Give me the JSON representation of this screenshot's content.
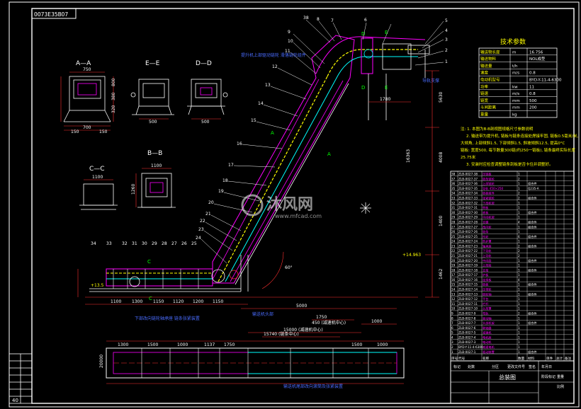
{
  "drawing_id": "ОО7ЗЕЗ5ВО7",
  "sheet_number": "40",
  "sections": {
    "aa": "A—A",
    "ee": "E—E",
    "dd": "D—D",
    "cc": "C—C",
    "bb": "B—B"
  },
  "section_dims": {
    "aa_top": "750",
    "aa_right": [
      "800",
      "380",
      "320"
    ],
    "aa_bottom": [
      "700",
      "150",
      "150"
    ],
    "ee_bottom": "500",
    "dd_bottom": "500",
    "cc_top": "1100",
    "bb_top": "1100",
    "bb_left": "1260"
  },
  "tech_params": {
    "title": "技术参数",
    "rows": [
      {
        "name": "输送物长度",
        "unit": "m",
        "value": "16.756"
      },
      {
        "name": "输送物料",
        "unit": "",
        "value": "NOL成型"
      },
      {
        "name": "输送量",
        "unit": "t/h",
        "value": ""
      },
      {
        "name": "速度",
        "unit": "m/s",
        "value": "0.8"
      },
      {
        "name": "电动机型号",
        "unit": "",
        "value": "BYD-Y-11-4-6300"
      },
      {
        "name": "功率",
        "unit": "kw",
        "value": "11"
      },
      {
        "name": "链速",
        "unit": "m/s",
        "value": "0.8"
      },
      {
        "name": "链宽",
        "unit": "mm",
        "value": "500"
      },
      {
        "name": "斗间距离",
        "unit": "mm",
        "value": "200"
      },
      {
        "name": "重量",
        "unit": "kg",
        "value": ""
      }
    ]
  },
  "notes": [
    "注: 1. 本图为B-B剖视图规格尺寸参数说明",
    "2. 输送带为提升机, 链板与链条连接处焊接牢固, 链板0.5毫米/米,",
    "大倾角, 上部倾斜1.5, 下部倾斜1.5, 斜坡倾斜12.5, 提高0°C",
    "链板: 宽度500, 每节数量300链(约250一链板), 链条最终实际长度",
    "25.75米",
    "3. 安装时应检查调整链条刮板是否卡住并调整好。"
  ],
  "part_numbers": [
    "38",
    "8",
    "7",
    "6",
    "5",
    "4",
    "3",
    "2",
    "1",
    "9",
    "10",
    "11",
    "12",
    "13",
    "14",
    "15",
    "16",
    "17",
    "18",
    "19",
    "20",
    "21",
    "22",
    "23",
    "24",
    "25",
    "26",
    "27",
    "28",
    "29",
    "30",
    "31",
    "32",
    "33",
    "34"
  ],
  "dims": {
    "height_total": "16363",
    "elev_top": "+14.963",
    "elev_low": "+13.5",
    "angle": "60°",
    "right_vertical": [
      "5630",
      "1462",
      "4008",
      "1400"
    ],
    "bottom_horizontal": [
      "1100",
      "1300",
      "1150",
      "1120",
      "1200",
      "1150",
      "5000"
    ],
    "top_run": "1780",
    "plan_dims": [
      "1300",
      "1500",
      "1000",
      "1137",
      "1750",
      "1500",
      "1000"
    ],
    "plan_center": "15000 (减速机中心)",
    "plan_left": "20000",
    "plan_span_top": [
      "1750",
      "450 (减速机中心)"
    ],
    "plan_sub": "15740 (链条中心)",
    "plan_right": "1000"
  },
  "annotations": {
    "top_callout": "提升机上部驱动链轮 滑落链轮组件",
    "right_callout": "导轨支撑",
    "left_callout": "下部改向链轮轴承座 链条张紧装置",
    "plan_top_callout": "输送机头部",
    "plan_bottom_callout": "输送机尾部改向滚筒及张紧装置"
  },
  "parts_table": {
    "header": [
      "序号",
      "代号",
      "名称",
      "数量",
      "材料",
      "单件",
      "总计",
      "备注"
    ],
    "rows": [
      [
        "38",
        "ZLB-0027-38",
        "压链板",
        "1",
        "",
        "",
        "",
        ""
      ],
      [
        "37",
        "ZLB-0027-37",
        "链条链轮",
        "2",
        "",
        "",
        "",
        ""
      ],
      [
        "36",
        "ZLB-0027-36",
        "上部链轮",
        "1",
        "组合件",
        "",
        "",
        ""
      ],
      [
        "35",
        "ZLB-0027-35",
        "导轨 450×250",
        "1",
        "Q235-A",
        "",
        "",
        ""
      ],
      [
        "34",
        "ZLB-0027-34",
        "链板组件",
        "2",
        "",
        "",
        "",
        ""
      ],
      [
        "33",
        "ZLB-0027-33",
        "张紧链轮",
        "2",
        "组合件",
        "",
        "",
        ""
      ],
      [
        "32",
        "ZLB-0027-32",
        "下部机架",
        "1",
        "",
        "",
        "",
        ""
      ],
      [
        "31",
        "ZLB-0027-31",
        "侧板",
        "1",
        "",
        "",
        "",
        ""
      ],
      [
        "30",
        "ZLB-0027-30",
        "底板",
        "1",
        "组合件",
        "",
        "",
        ""
      ],
      [
        "29",
        "ZLB-0027-29",
        "中间机架",
        "1",
        "",
        "",
        "",
        ""
      ],
      [
        "28",
        "ZLB-0027-28",
        "支腿",
        "4",
        "组合件",
        "",
        "",
        ""
      ],
      [
        "27",
        "ZLB-0027-27",
        "改向轮",
        "1",
        "组合件",
        "",
        "",
        ""
      ],
      [
        "26",
        "ZLB-0027-26",
        "链条",
        "1",
        "",
        "",
        "",
        ""
      ],
      [
        "25",
        "ZLB-0027-25",
        "托轮",
        "6",
        "组合件",
        "",
        "",
        ""
      ],
      [
        "24",
        "ZLB-0027-24",
        "防护罩",
        "1",
        "",
        "",
        "",
        ""
      ],
      [
        "23",
        "ZLB-0027-23",
        "轴承座",
        "2",
        "组合件",
        "",
        "",
        ""
      ],
      [
        "22",
        "ZLB-0027-22",
        "下导轨",
        "2",
        "",
        "",
        "",
        ""
      ],
      [
        "21",
        "ZLB-0027-21",
        "上导轨",
        "2",
        "",
        "",
        "",
        ""
      ],
      [
        "20",
        "ZLB-0027-20",
        "中间段",
        "1",
        "组合件",
        "",
        "",
        ""
      ],
      [
        "19",
        "ZLB-0027-19",
        "上部段",
        "1",
        "",
        "",
        "",
        ""
      ],
      [
        "18",
        "ZLB-0027-18",
        "支架",
        "1",
        "组合件",
        "",
        "",
        ""
      ],
      [
        "17",
        "ZLB-0027-17",
        "护板",
        "1",
        "",
        "",
        "",
        ""
      ],
      [
        "16",
        "ZLB-0027-16",
        "连接板",
        "4",
        "",
        "",
        "",
        ""
      ],
      [
        "15",
        "ZLB-0027-15",
        "链板",
        "1",
        "组合件",
        "",
        "",
        ""
      ],
      [
        "14",
        "ZLB-0027-14",
        "压带轮",
        "1",
        "",
        "",
        "",
        ""
      ],
      [
        "13",
        "ZLB-0027-13",
        "链轮轴",
        "1",
        "组合件",
        "",
        "",
        ""
      ],
      [
        "12",
        "ZLB-0027-12",
        "平台",
        "1",
        "",
        "",
        "",
        ""
      ],
      [
        "11",
        "ZLB-0027-11",
        "栏杆",
        "1",
        "",
        "",
        "",
        ""
      ],
      [
        "10",
        "ZLB-0027-10",
        "头部罩",
        "1",
        "",
        "",
        "",
        ""
      ],
      [
        "9",
        "ZLB-0027-9",
        "弯轨",
        "2",
        "组合件",
        "",
        "",
        ""
      ],
      [
        "8",
        "ZLB-0027-8",
        "驱动轴",
        "1",
        "",
        "",
        "",
        ""
      ],
      [
        "7",
        "ZLB-0027-7",
        "头部机架",
        "1",
        "组合件",
        "",
        "",
        ""
      ],
      [
        "6",
        "ZLB-0027-6",
        "联轴器",
        "1",
        "",
        "",
        "",
        ""
      ],
      [
        "5",
        "ZLB-0027-5",
        "减速机",
        "1",
        "",
        "",
        "",
        ""
      ],
      [
        "4",
        "ZLB-0027-4",
        "电机座",
        "1",
        "",
        "",
        "",
        ""
      ],
      [
        "3",
        "ZLB-0027-3",
        "电动机",
        "1",
        "",
        "",
        "",
        ""
      ],
      [
        "2",
        "BYD-Y-11-4-6300",
        "减速电机",
        "1",
        "",
        "",
        "",
        ""
      ],
      [
        "1",
        "ZLB-0027-1",
        "驱动装置",
        "1",
        "组合件",
        "",
        "",
        ""
      ]
    ]
  },
  "title_block": {
    "drawing_name": "总装图",
    "cells": [
      "标记",
      "处数",
      "分区",
      "更改文件号",
      "签名",
      "年月日",
      "阶段标记",
      "重量",
      "比例"
    ]
  },
  "watermark": {
    "brand": "沐风网",
    "url": "www.mfcad.com"
  },
  "colors": {
    "background": "#000000",
    "white": "#ffffff",
    "magenta": "#ff00ff",
    "cyan": "#00ffff",
    "yellow": "#ffff00",
    "red": "#ff3030",
    "blue": "#4a6cff",
    "green": "#00ff00"
  }
}
